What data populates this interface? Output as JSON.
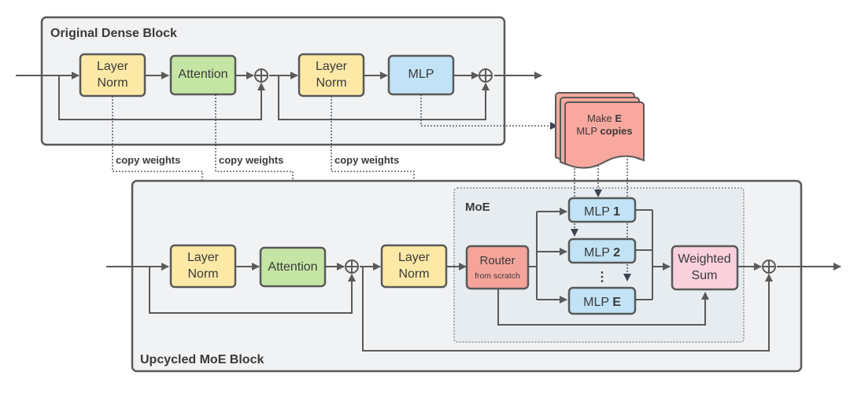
{
  "colors": {
    "block_bg": "#f1f2f4",
    "block_border": "#595959",
    "moe_bg": "#e6ecef",
    "layernorm": "#fde9a6",
    "attention": "#c5e5a4",
    "mlp": "#c2e2f5",
    "router": "#f5a49a",
    "weighted_sum": "#f9d0dc",
    "copies": "#f8a89e",
    "line": "#5a5a5a"
  },
  "dense_block": {
    "title": "Original Dense Block",
    "layernorm1": [
      "Layer",
      "Norm"
    ],
    "attention": "Attention",
    "layernorm2": [
      "Layer",
      "Norm"
    ],
    "mlp": "MLP"
  },
  "copy_labels": [
    "copy weights",
    "copy weights",
    "copy weights"
  ],
  "copies_note": {
    "line1_prefix": "Make ",
    "line1_bold": "E",
    "line2_prefix": "MLP ",
    "line2_bold": "copies"
  },
  "moe_block": {
    "title": "Upcycled MoE Block",
    "layernorm1": [
      "Layer",
      "Norm"
    ],
    "attention": "Attention",
    "layernorm2": [
      "Layer",
      "Norm"
    ],
    "moe_label": "MoE",
    "router": "Router",
    "router_sub": "from scratch",
    "experts": [
      {
        "prefix": "MLP ",
        "bold": "1"
      },
      {
        "prefix": "MLP ",
        "bold": "2"
      },
      {
        "prefix": "MLP ",
        "bold": "E"
      }
    ],
    "ellipsis": "⋮",
    "weighted_sum": [
      "Weighted",
      "Sum"
    ]
  },
  "plus_symbol": "⊕"
}
